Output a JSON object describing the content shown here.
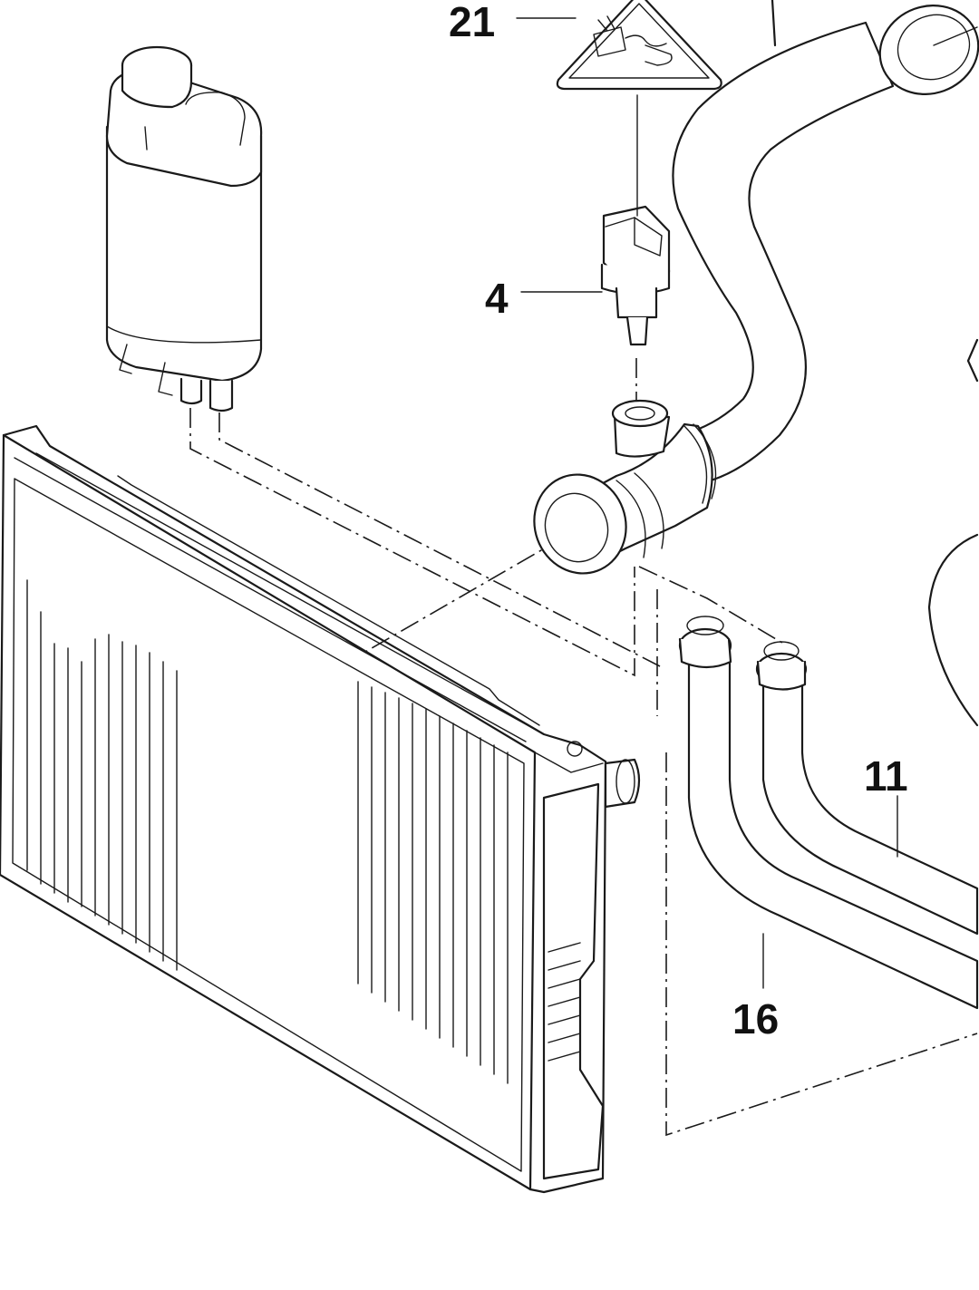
{
  "callouts": {
    "c21": "21",
    "c4": "4",
    "c11": "11",
    "c16": "16"
  },
  "icons": {
    "warning": "hot-coolant-warning-icon"
  },
  "colors": {
    "line": "#1a1a1a",
    "background": "#ffffff"
  }
}
